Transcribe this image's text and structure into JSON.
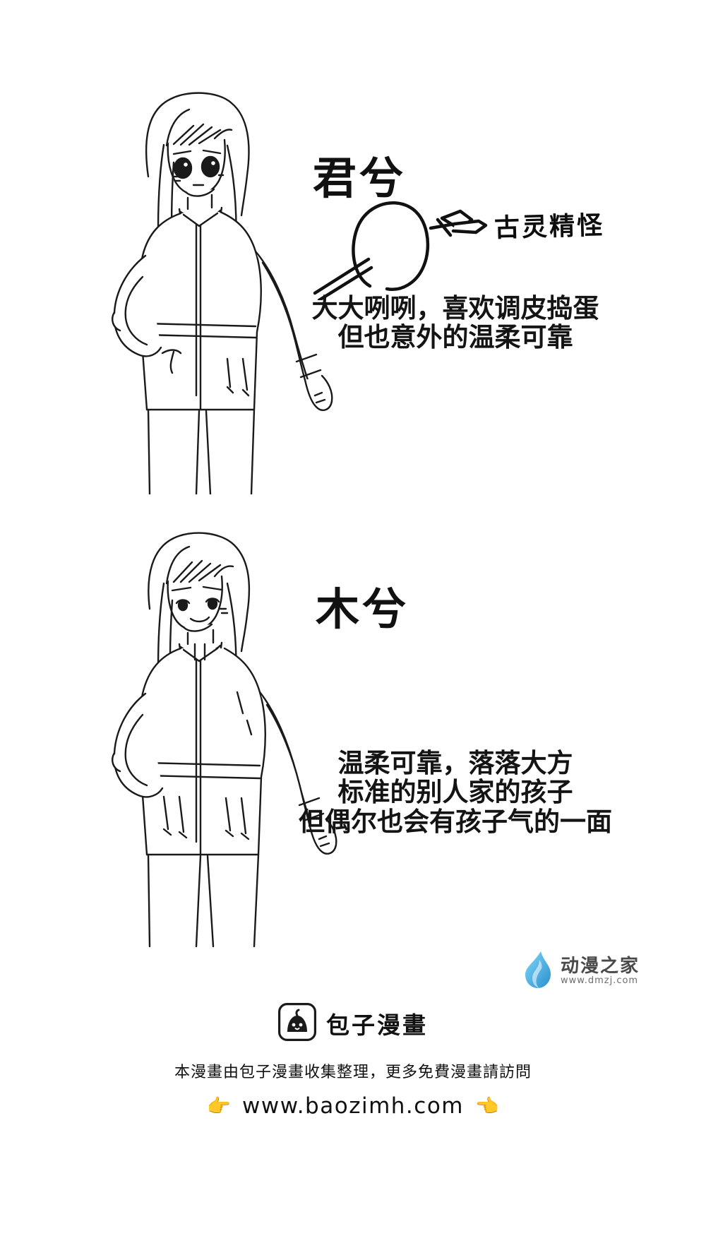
{
  "page": {
    "background_color": "#ffffff",
    "kind": "manga-character-introduction-page"
  },
  "characters": [
    {
      "id": "jun-xi",
      "name": "君兮",
      "annotation": "古灵精怪",
      "annotation_style": "handwritten-with-arrow",
      "description_lines": [
        "大大咧咧，喜欢调皮捣蛋",
        "但也意外的温柔可靠"
      ],
      "art": {
        "alt": "手插腰站立的长发女孩，穿拉链外套与长裤的线稿",
        "line_color": "#1a1a1a"
      }
    },
    {
      "id": "mu-xi",
      "name": "木兮",
      "annotation": "",
      "description_lines": [
        "温柔可靠，落落大方",
        "标准的别人家的孩子",
        "但偶尔也会有孩子气的一面"
      ],
      "art": {
        "alt": "手插腰微笑的长发女孩，穿拉链外套与长裤的线稿",
        "line_color": "#1a1a1a"
      }
    }
  ],
  "watermark": {
    "name": "动漫之家",
    "url": "www.dmzj.com",
    "icon": "flame-drop-icon",
    "color": "#4ab8e8",
    "text_color": "#4a4a4a"
  },
  "footer": {
    "brand_name": "包子漫畫",
    "brand_icon": "baozi-bun-icon",
    "note": "本漫畫由包子漫畫收集整理，更多免費漫畫請訪問",
    "url": "www.baozimh.com",
    "left_emoji": "👉",
    "right_emoji": "👈",
    "emoji_color": "#f5a623"
  }
}
